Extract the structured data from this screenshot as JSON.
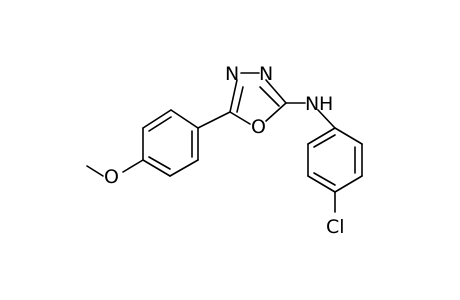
{
  "molecule": {
    "atom_labels": {
      "n3": "N",
      "n4": "N",
      "o1": "O",
      "nh": "N",
      "h": "H",
      "o_methoxy": "O",
      "cl": "Cl"
    },
    "colors": {
      "background": "#ffffff",
      "bonds": "#000000",
      "labels": "#000000"
    }
  }
}
